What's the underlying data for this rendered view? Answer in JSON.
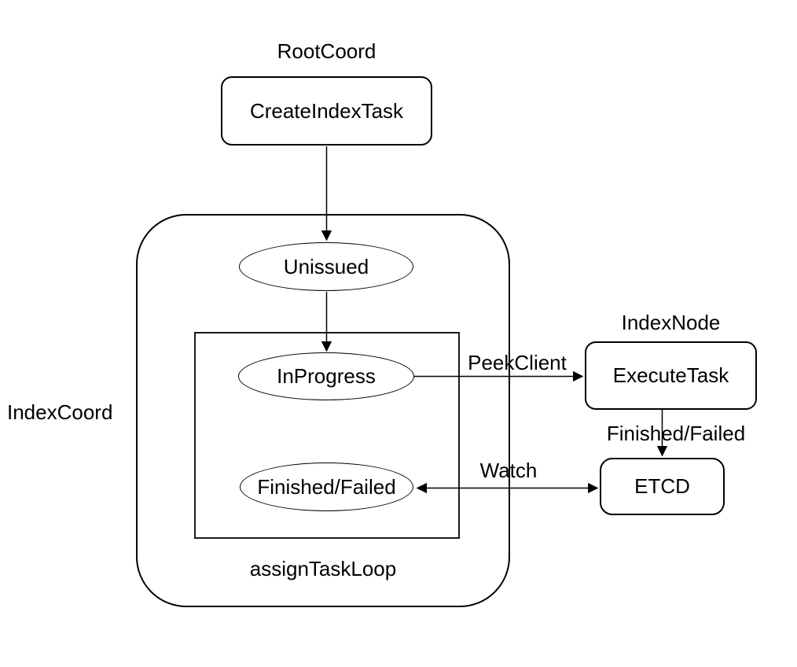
{
  "labels": {
    "root_coord": "RootCoord",
    "index_node": "IndexNode",
    "index_coord": "IndexCoord",
    "assign_task_loop": "assignTaskLoop"
  },
  "nodes": {
    "create_index_task": "CreateIndexTask",
    "unissued": "Unissued",
    "in_progress": "InProgress",
    "finished_failed": "Finished/Failed",
    "execute_task": "ExecuteTask",
    "etcd": "ETCD"
  },
  "edge_labels": {
    "peek_client": "PeekClient",
    "finished_failed": "Finished/Failed",
    "watch": "Watch"
  },
  "colors": {
    "background": "#ffffff",
    "stroke": "#000000",
    "text": "#000000"
  }
}
